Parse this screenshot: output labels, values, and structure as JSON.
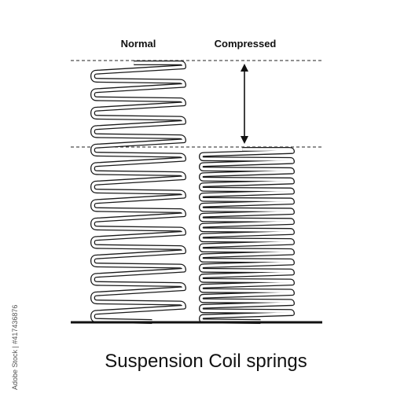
{
  "labels": {
    "normal": "Normal",
    "compressed": "Compressed"
  },
  "caption": "Suspension Coil springs",
  "watermark_id": "Adobe Stock | #417436876",
  "springs": [
    {
      "name": "normal",
      "coils": 14
    },
    {
      "name": "compressed",
      "coils": 17
    }
  ],
  "colors": {
    "stroke": "#1a1a1a",
    "background": "#ffffff"
  }
}
